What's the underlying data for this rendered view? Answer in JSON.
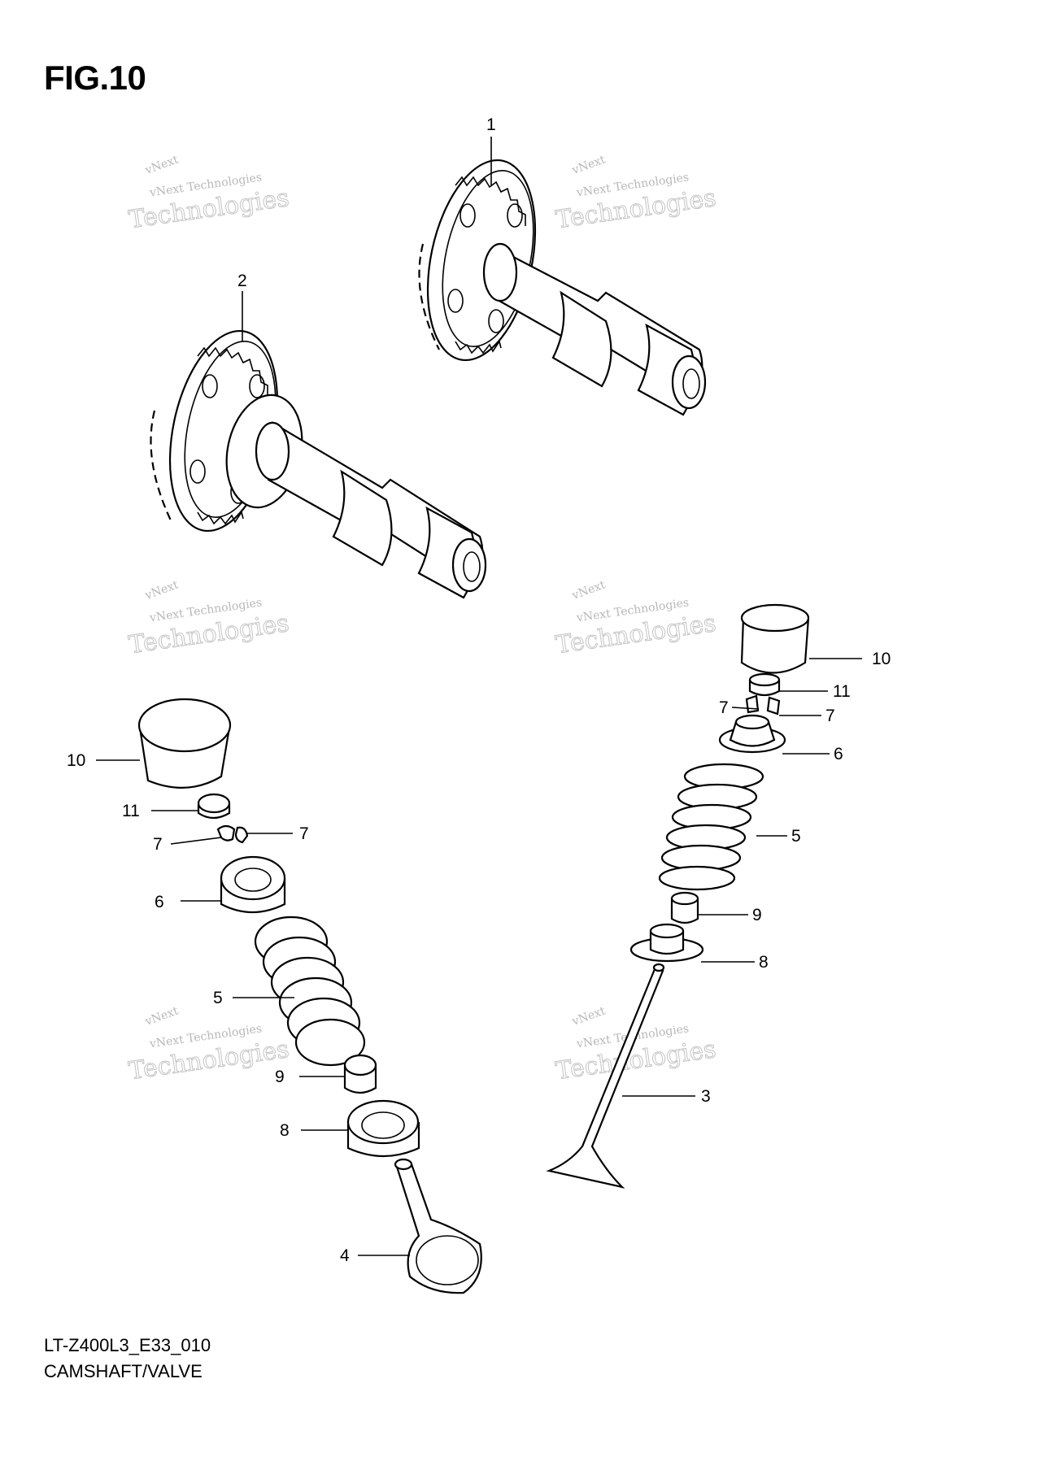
{
  "figure": {
    "title": "FIG.10"
  },
  "footer": {
    "code": "LT-Z400L3_E33_010",
    "name": "CAMSHAFT/VALVE"
  },
  "watermark": {
    "line1": "vNext Technologies",
    "line2": "Technologies",
    "line3": "vNext"
  },
  "callouts": {
    "camshaft_1": "1",
    "camshaft_2": "2",
    "valve_3": "3",
    "valve_4": "4",
    "spring_left": "5",
    "spring_right": "5",
    "retainer_left": "6",
    "retainer_right": "6",
    "cotter_left_a": "7",
    "cotter_left_b": "7",
    "cotter_right_a": "7",
    "cotter_right_b": "7",
    "seat_left": "8",
    "seat_right": "8",
    "seal_left": "9",
    "seal_right": "9",
    "tappet_left": "10",
    "tappet_right": "10",
    "shim_left": "11",
    "shim_right": "11"
  }
}
